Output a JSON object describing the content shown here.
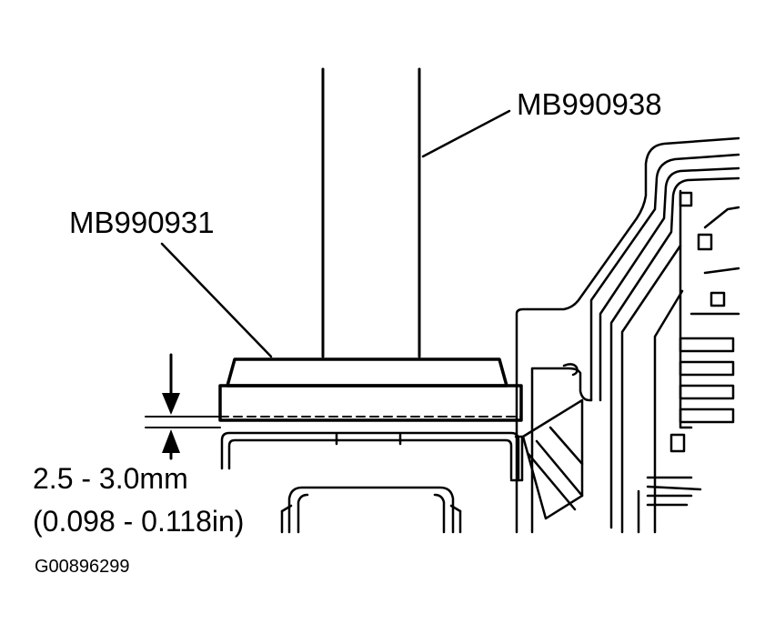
{
  "labels": {
    "tool_upper": "MB990938",
    "tool_lower": "MB990931",
    "dimension_mm": "2.5 - 3.0mm",
    "dimension_in": "(0.098 - 0.118in)",
    "figure_code": "G00896299"
  },
  "colors": {
    "line": "#000000",
    "background": "#ffffff"
  }
}
